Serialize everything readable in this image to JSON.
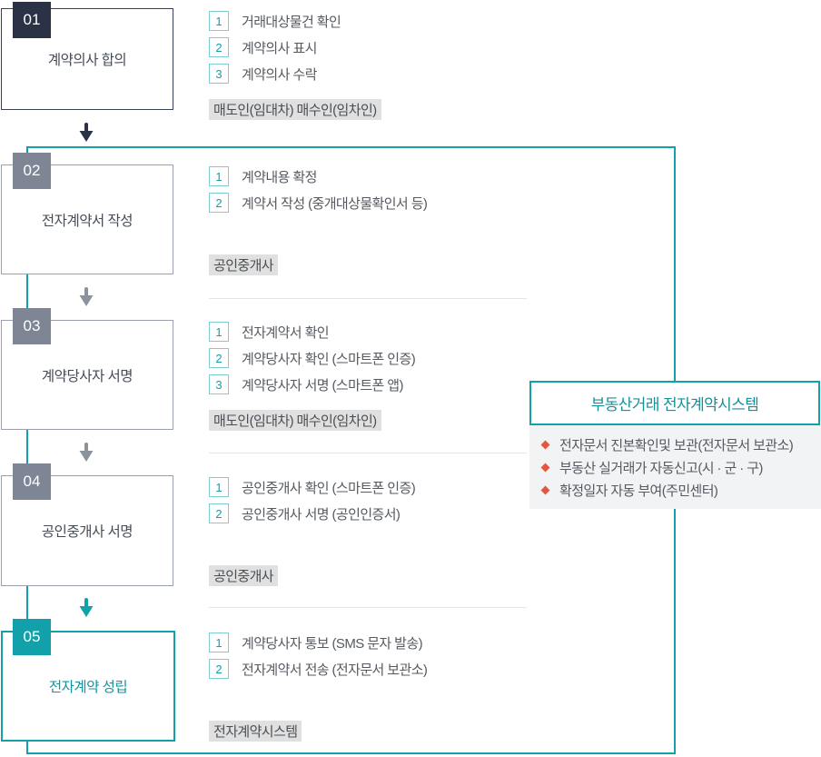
{
  "colors": {
    "navy": "#2b3246",
    "badge_gray": "#7e8594",
    "teal": "#12a0aa",
    "diamond_accent": "#e4573d",
    "actor_chip_bg": "#e0e0e0",
    "panel_body_bg": "#f1f3f5"
  },
  "steps": [
    {
      "number": "01",
      "title": "계약의사 합의",
      "items": [
        {
          "no": "1",
          "label": "거래대상물건 확인"
        },
        {
          "no": "2",
          "label": "계약의사 표시"
        },
        {
          "no": "3",
          "label": "계약의사 수락"
        }
      ],
      "actor": "매도인(임대차) 매수인(임차인)"
    },
    {
      "number": "02",
      "title": "전자계약서 작성",
      "items": [
        {
          "no": "1",
          "label": "계약내용 확정"
        },
        {
          "no": "2",
          "label": "계약서 작성 (중개대상물확인서 등)"
        }
      ],
      "actor": "공인중개사"
    },
    {
      "number": "03",
      "title": "계약당사자 서명",
      "items": [
        {
          "no": "1",
          "label": "전자계약서 확인"
        },
        {
          "no": "2",
          "label": "계약당사자 확인 (스마트폰 인증)"
        },
        {
          "no": "3",
          "label": "계약당사자 서명 (스마트폰 앱)"
        }
      ],
      "actor": "매도인(임대차) 매수인(임차인)"
    },
    {
      "number": "04",
      "title": "공인중개사 서명",
      "items": [
        {
          "no": "1",
          "label": "공인중개사 확인 (스마트폰 인증)"
        },
        {
          "no": "2",
          "label": "공인중개사 서명 (공인인증서)"
        }
      ],
      "actor": "공인중개사"
    },
    {
      "number": "05",
      "title": "전자계약 성립",
      "items": [
        {
          "no": "1",
          "label": "계약당사자 통보 (SMS 문자 발송)"
        },
        {
          "no": "2",
          "label": "전자계약서 전송 (전자문서 보관소)"
        }
      ],
      "actor": "전자계약시스템"
    }
  ],
  "system_panel": {
    "title": "부동산거래 전자계약시스템",
    "features": [
      "전자문서 진본확인및 보관(전자문서 보관소)",
      "부동산 실거래가 자동신고(시 · 군 · 구)",
      "확정일자 자동 부여(주민센터)"
    ]
  }
}
